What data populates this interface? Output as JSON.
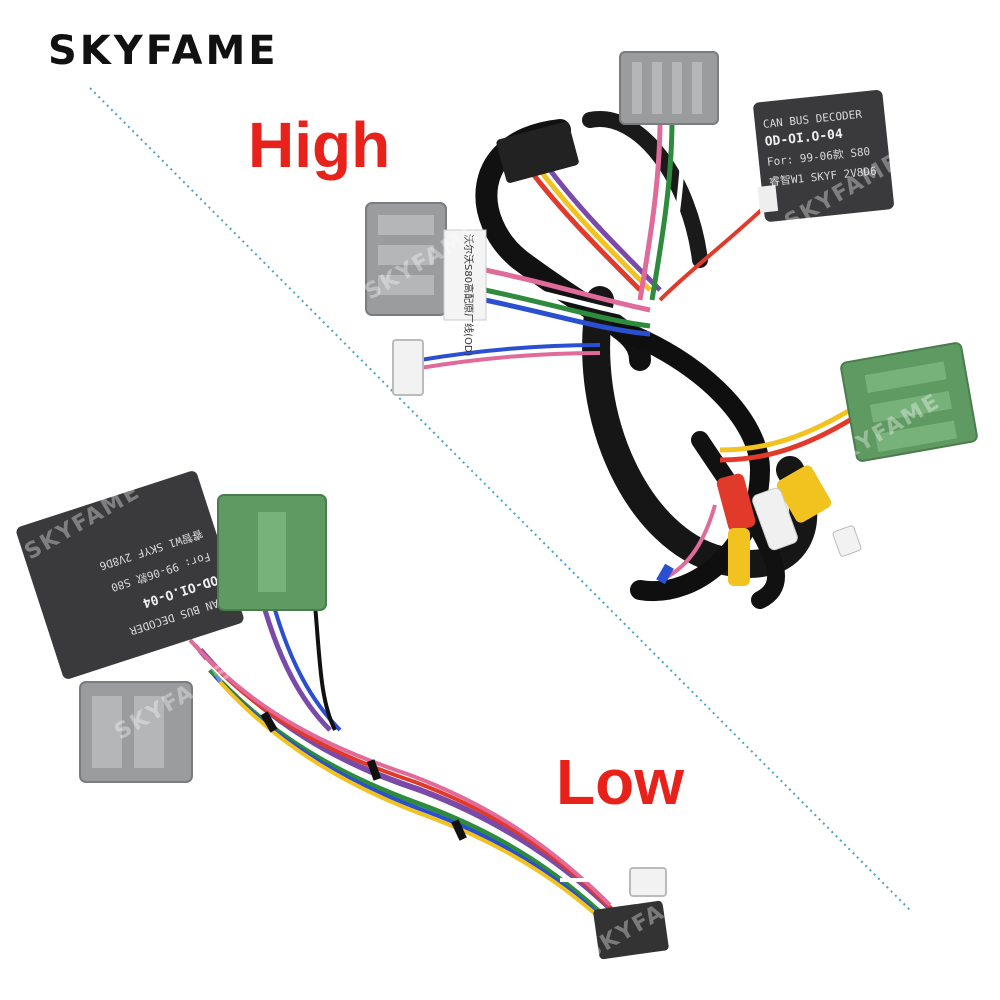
{
  "brand": {
    "logo_text": "SKYFAME"
  },
  "labels": {
    "high": "High",
    "low": "Low"
  },
  "decoder_high": {
    "line1": "CAN BUS DECODER",
    "line2": "OD-OI.O-04",
    "line3": "For: 99-06款 S80",
    "line4": "睿智W1 SKYF 2V8D6"
  },
  "decoder_low": {
    "line1": "CAN BUS DECODER",
    "line2": "OD-OI.O-04",
    "line3": "For: 99-06款 S80",
    "line4": "睿智W1 SKYF 2V8D6"
  },
  "connector_tag": {
    "text": "沃尔沃S80高配原厂线(OD)"
  },
  "watermark": {
    "text": "SKYFAME"
  },
  "colors": {
    "accent_red": "#e8221b",
    "brand_black": "#111111",
    "divider": "#4aa3c8",
    "connector_grey": "#9a9c9e",
    "connector_green": "#5f9a62",
    "decoder_body": "#3a3a3c"
  }
}
